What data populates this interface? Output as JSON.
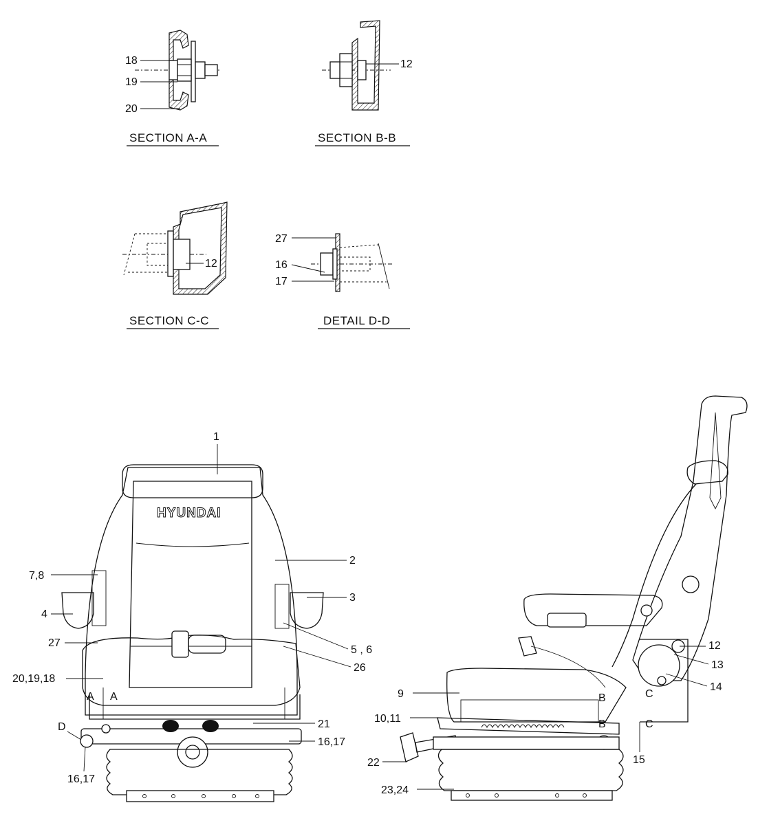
{
  "sections": {
    "aa": {
      "caption": "SECTION A-A",
      "callouts": [
        "18",
        "19",
        "20"
      ]
    },
    "bb": {
      "caption": "SECTION B-B",
      "callouts": [
        "12"
      ]
    },
    "cc": {
      "caption": "SECTION C-C",
      "callouts": [
        "12"
      ]
    },
    "dd": {
      "caption": "DETAIL D-D",
      "callouts": [
        "27",
        "16",
        "17"
      ]
    }
  },
  "front_view": {
    "brand": "HYUNDAI",
    "callouts": [
      "1",
      "2",
      "3",
      "4",
      "7,8",
      "27",
      "5 , 6",
      "26",
      "20,19,18",
      "21",
      "16,17",
      "16,17"
    ],
    "section_marks": [
      "A",
      "A",
      "D"
    ]
  },
  "side_view": {
    "callouts": [
      "12",
      "13",
      "14",
      "9",
      "10,11",
      "15",
      "22",
      "23,24"
    ],
    "section_marks": [
      "B",
      "B",
      "C",
      "C"
    ]
  }
}
